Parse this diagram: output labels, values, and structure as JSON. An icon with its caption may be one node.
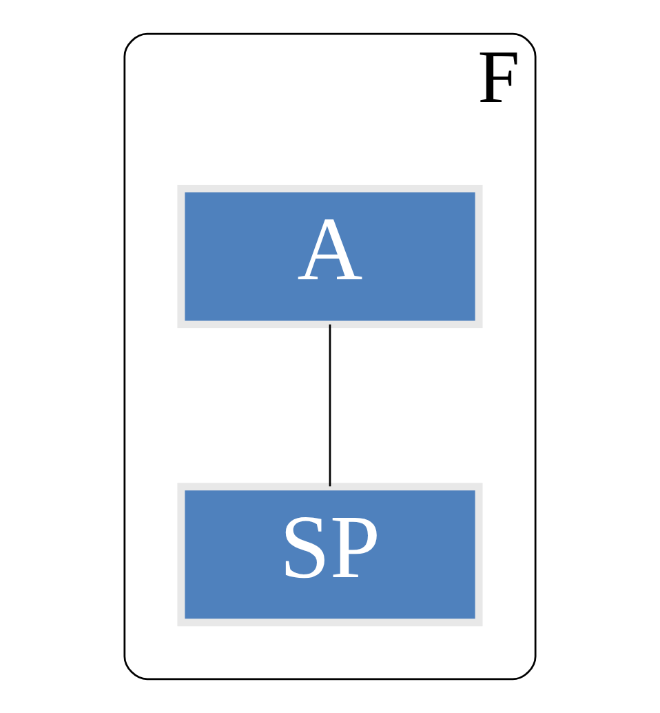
{
  "diagram": {
    "nodes": [
      {
        "text": [
          "F"
        ]
      },
      {
        "text": [
          "A"
        ],
        "in": 0
      },
      {
        "text": [
          "SP"
        ],
        "in": 0
      }
    ],
    "edges": [
      {
        "from": 1,
        "to": 2,
        "arrow": "none"
      }
    ]
  }
}
